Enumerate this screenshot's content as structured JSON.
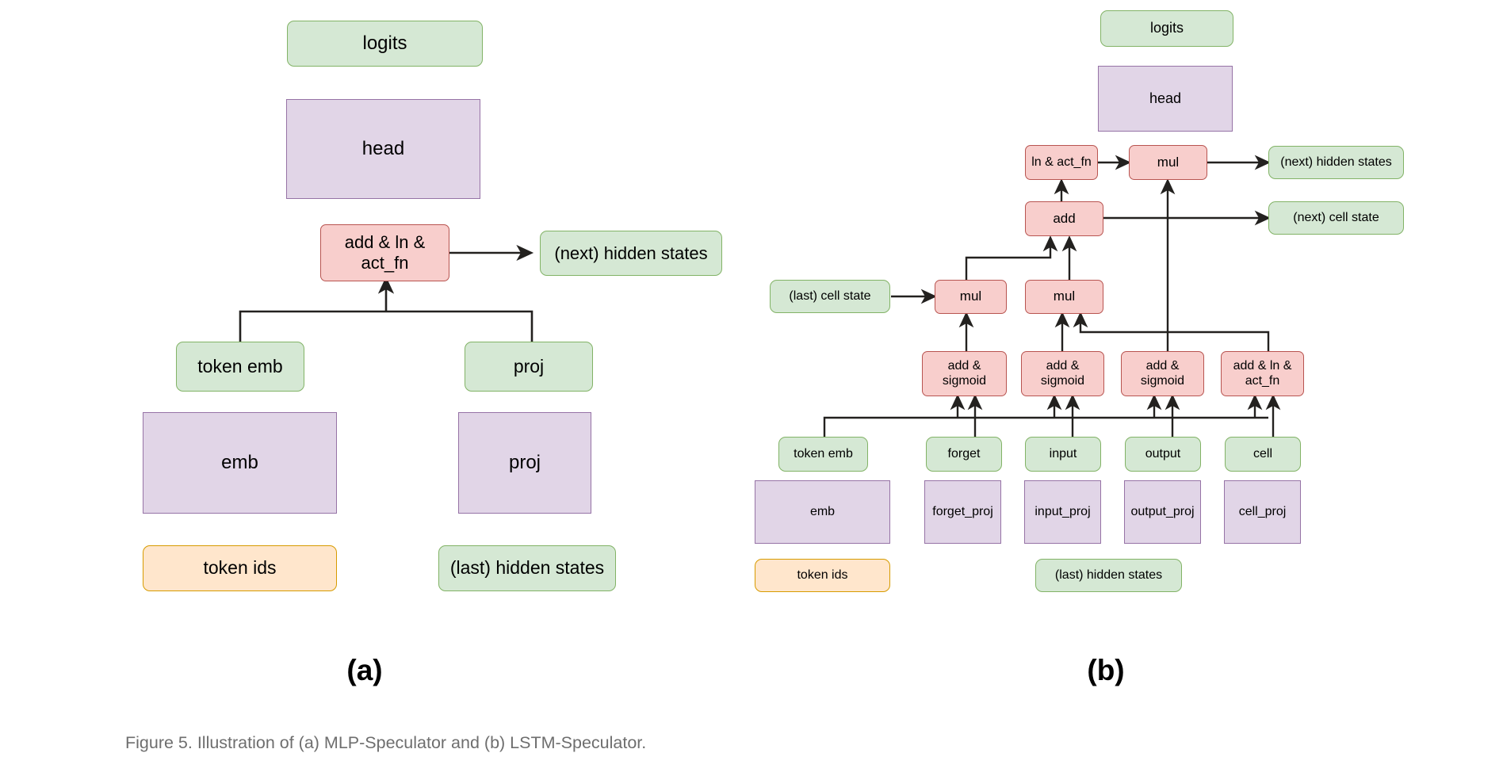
{
  "figure": {
    "caption": "Figure 5. Illustration of (a) MLP-Speculator and (b) LSTM-Speculator.",
    "panel_a_label": "(a)",
    "panel_b_label": "(b)",
    "colors": {
      "green_fill": "#d5e8d4",
      "green_border": "#82b366",
      "purple_fill": "#e1d5e7",
      "purple_border": "#9673a6",
      "red_fill": "#f8cecc",
      "red_border": "#b85450",
      "orange_fill": "#ffe6cc",
      "orange_border": "#d79b00",
      "wire": "#23211f",
      "caption_text": "#6e6e6e",
      "background": "#ffffff"
    }
  },
  "panel_a": {
    "title": "MLP-Speculator",
    "nodes": {
      "logits": "logits",
      "head": "head",
      "add_ln_act": "add & ln &\nact_fn",
      "next_hidden_states": "(next) hidden states",
      "token_emb": "token emb",
      "proj_tensor": "proj",
      "emb": "emb",
      "proj_module": "proj",
      "token_ids": "token ids",
      "last_hidden_states": "(last) hidden states"
    }
  },
  "panel_b": {
    "title": "LSTM-Speculator",
    "nodes": {
      "logits": "logits",
      "head": "head",
      "ln_act_fn": "ln & act_fn",
      "mul_out": "mul",
      "next_hidden_states": "(next) hidden states",
      "add": "add",
      "next_cell_state": "(next) cell state",
      "last_cell_state": "(last) cell state",
      "mul_forget": "mul",
      "mul_input": "mul",
      "gate_forget": "add &\nsigmoid",
      "gate_input": "add &\nsigmoid",
      "gate_output": "add &\nsigmoid",
      "gate_cell": "add & ln &\nact_fn",
      "token_emb": "token emb",
      "forget": "forget",
      "input": "input",
      "output": "output",
      "cell": "cell",
      "emb": "emb",
      "forget_proj": "forget_proj",
      "input_proj": "input_proj",
      "output_proj": "output_proj",
      "cell_proj": "cell_proj",
      "token_ids": "token ids",
      "last_hidden_states": "(last) hidden states"
    }
  }
}
